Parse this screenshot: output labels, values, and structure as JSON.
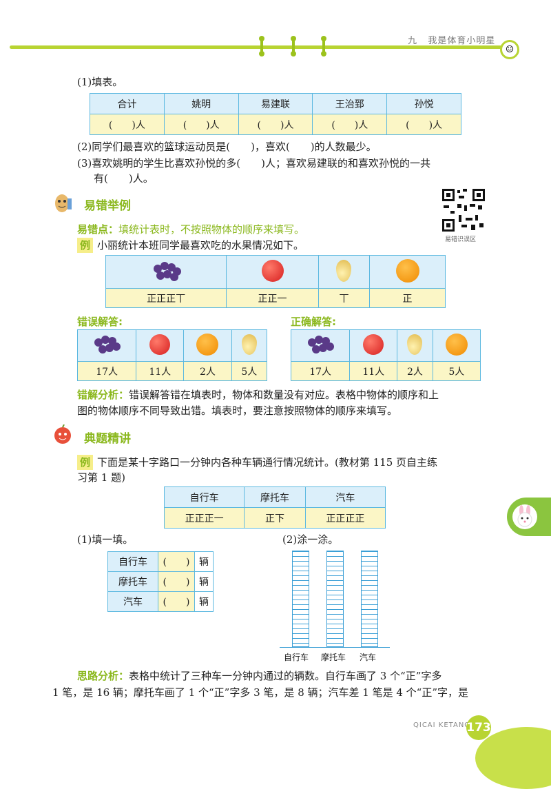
{
  "header": {
    "chapter": "九",
    "title": "我是体育小明星"
  },
  "q1": {
    "label": "(1)填表。",
    "headers": [
      "合计",
      "姚明",
      "易建联",
      "王治郅",
      "孙悦"
    ],
    "cells": [
      "(　　)人",
      "(　　)人",
      "(　　)人",
      "(　　)人",
      "(　　)人"
    ]
  },
  "q2": "(2)同学们最喜欢的篮球运动员是(　　)，喜欢(　　)的人数最少。",
  "q3": {
    "line1": "(3)喜欢姚明的学生比喜欢孙悦的多(　　)人；喜欢易建联的和喜欢孙悦的一共",
    "line2": "有(　　)人。"
  },
  "mistakes": {
    "title": "易错举例",
    "point_label": "易错点：",
    "point_text": "填统计表时，不按照物体的顺序来填写。",
    "qr_caption": "易错识误区",
    "example_tag": "例",
    "example_text": "小丽统计本班同学最喜欢吃的水果情况如下。",
    "tally": [
      "正正正丅",
      "正正一",
      "丅",
      "正"
    ],
    "wrong_label": "错误解答:",
    "wrong_values": [
      "17人",
      "11人",
      "2人",
      "5人"
    ],
    "right_label": "正确解答:",
    "right_values": [
      "17人",
      "11人",
      "2人",
      "5人"
    ],
    "analysis_label": "错解分析：",
    "analysis_line1": "错误解答错在填表时，物体和数量没有对应。表格中物体的顺序和上",
    "analysis_line2": "图的物体顺序不同导致出错。填表时，要注意按照物体的顺序来填写。"
  },
  "lecture": {
    "title": "典题精讲",
    "example_tag": "例",
    "example_line1": "下面是某十字路口一分钟内各种车辆通行情况统计。(教材第 115 页自主练",
    "example_line2": "习第 1 题)",
    "vehicles": [
      "自行车",
      "摩托车",
      "汽车"
    ],
    "tally": [
      "正正正一",
      "正下",
      "正正正正"
    ],
    "fill_label": "(1)填一填。",
    "fill_blank": "(　　)",
    "fill_unit": "辆",
    "paint_label": "(2)涂一涂。",
    "grid_labels": [
      "自行车",
      "摩托车",
      "汽车"
    ],
    "thinking_label": "思路分析：",
    "thinking_line1": "表格中统计了三种车一分钟内通过的辆数。自行车画了 3 个“正”字多",
    "thinking_line2": "1 笔，是 16 辆；摩托车画了 1 个“正”字多 3 笔，是 8 辆；汽车差 1 笔是 4 个“正”字，是"
  },
  "footer": {
    "brand": "QICAI KETANG",
    "page": "173"
  }
}
